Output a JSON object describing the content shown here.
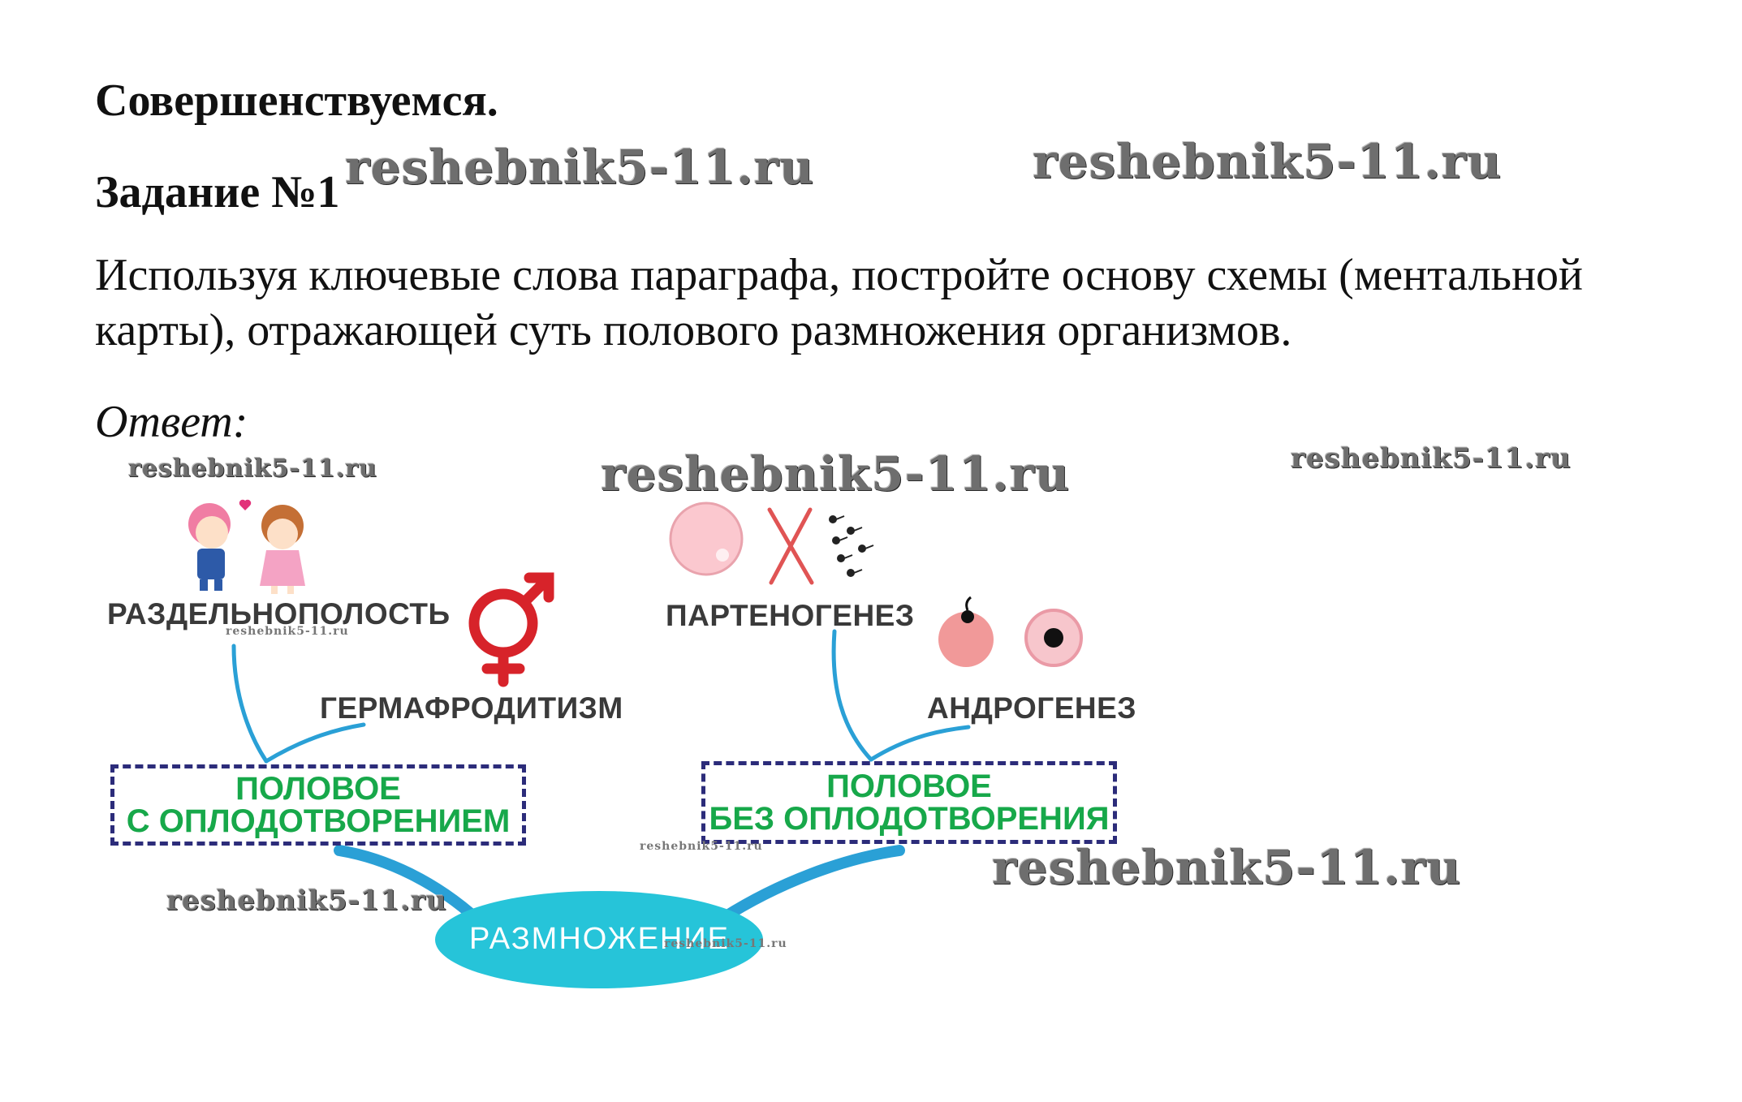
{
  "heading": "Совершенствуемся.",
  "task_title": "Задание №1",
  "task_text": "Используя ключевые слова параграфа, постройте основу схемы (ментальной карты), отражающей суть полового размножения организмов.",
  "answer_label": "Ответ:",
  "watermark": "reshebnik5-11.ru",
  "mindmap": {
    "center": "РАЗМНОЖЕНИЕ",
    "left_box": {
      "line1": "ПОЛОВОЕ",
      "line2": "С ОПЛОДОТВОРЕНИЕМ"
    },
    "right_box": {
      "line1": "ПОЛОВОЕ",
      "line2": "БЕЗ ОПЛОДОТВОРЕНИЯ"
    },
    "left_terms": [
      "РАЗДЕЛЬНОПОЛОСТЬ",
      "ГЕРМАФРОДИТИЗМ"
    ],
    "right_terms": [
      "ПАРТЕНОГЕНЕЗ",
      "АНДРОГЕНЕЗ"
    ]
  },
  "colors": {
    "branch": "#2aa0d6",
    "center_fill": "#26c4d9",
    "box_border": "#2c2c7a",
    "box_text": "#17a84a",
    "symbol_red": "#d7232a"
  },
  "icons": [
    "couple-icon",
    "hermaphrodite-symbol-icon",
    "egg-cell-icon",
    "cross-icon",
    "sperm-icon",
    "sperm-egg-icon",
    "egg-nucleus-icon"
  ]
}
